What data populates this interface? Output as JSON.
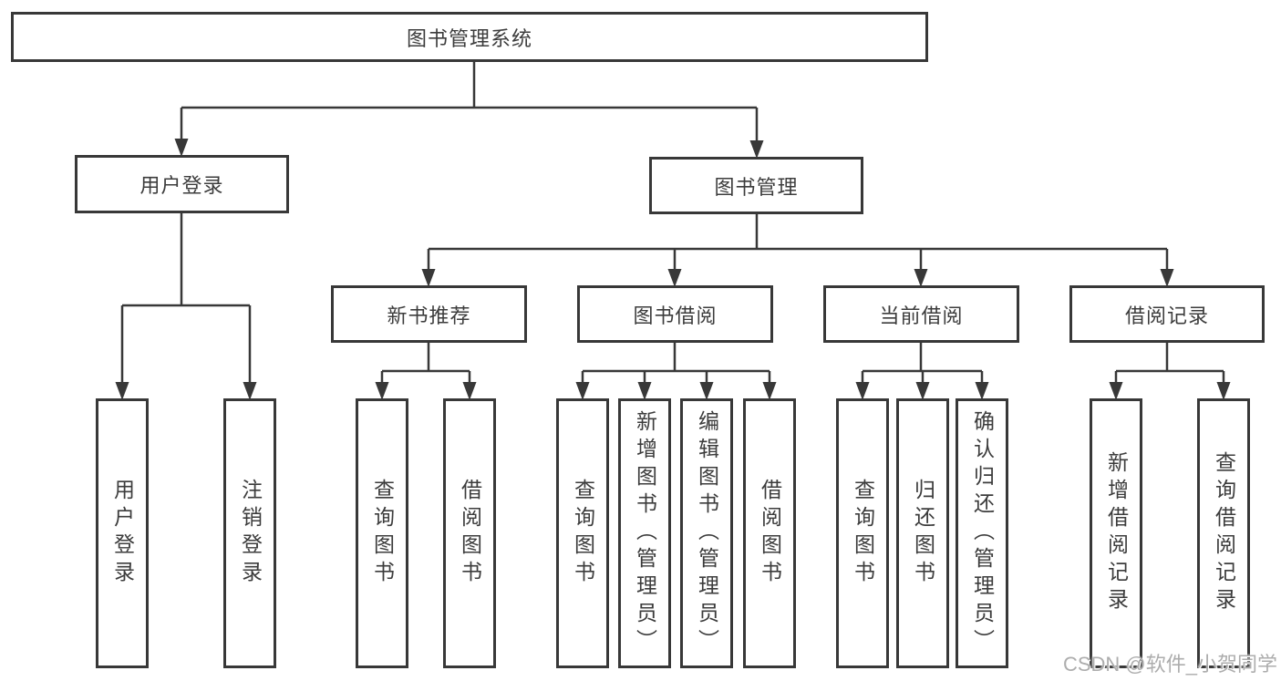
{
  "diagram_title": "图书管理系统",
  "tree": {
    "label": "图书管理系统",
    "children": [
      {
        "label": "用户登录",
        "children": [
          {
            "label": "用户登录"
          },
          {
            "label": "注销登录"
          }
        ]
      },
      {
        "label": "图书管理",
        "children": [
          {
            "label": "新书推荐",
            "children": [
              {
                "label": "查询图书"
              },
              {
                "label": "借阅图书"
              }
            ]
          },
          {
            "label": "图书借阅",
            "children": [
              {
                "label": "查询图书"
              },
              {
                "label": "新增图书（管理员）"
              },
              {
                "label": "编辑图书（管理员）"
              },
              {
                "label": "借阅图书"
              }
            ]
          },
          {
            "label": "当前借阅",
            "children": [
              {
                "label": "查询图书"
              },
              {
                "label": "归还图书"
              },
              {
                "label": "确认归还（管理员）"
              }
            ]
          },
          {
            "label": "借阅记录",
            "children": [
              {
                "label": "新增借阅记录"
              },
              {
                "label": "查询借阅记录"
              }
            ]
          }
        ]
      }
    ]
  },
  "watermark": "CSDN @软件_小贺同学",
  "colors": {
    "line": "#383838",
    "border": "#383838",
    "fill": "#ffffff",
    "text": "#3c3c3c",
    "watermark": "#adadad"
  }
}
